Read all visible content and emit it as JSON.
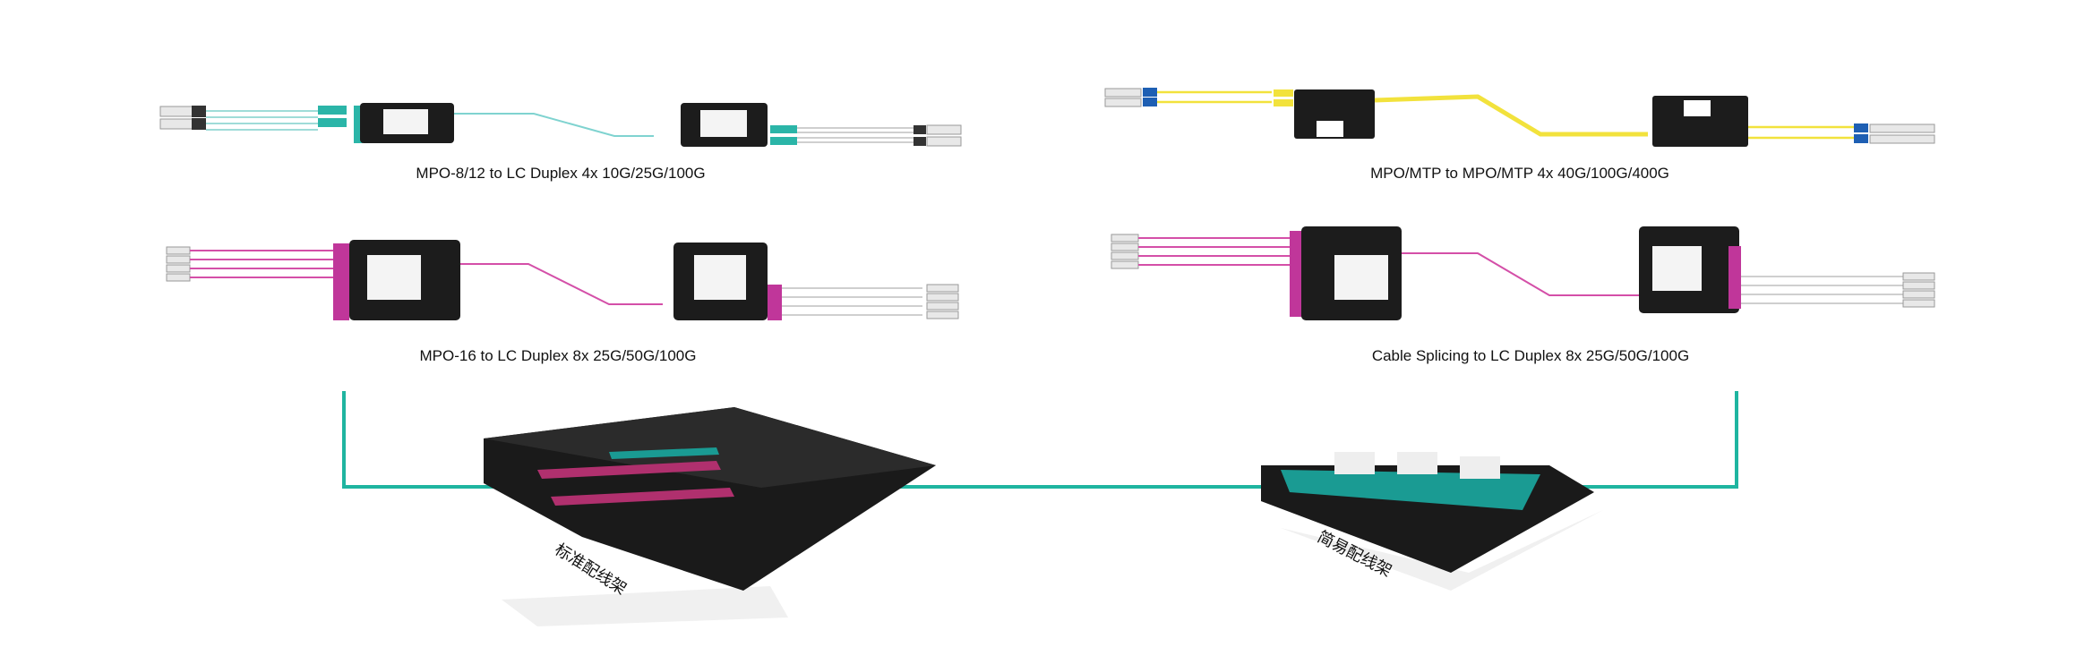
{
  "assemblies": [
    {
      "caption": "MPO-8/12 to LC Duplex 4x 10G/25G/100G",
      "cable_color": "#7fd3d0",
      "port_color": "#2bb5a8"
    },
    {
      "caption": "MPO/MTP to MPO/MTP 4x 40G/100G/400G",
      "cable_color": "#f2e23c",
      "port_color": "#1e5fb3"
    },
    {
      "caption": "MPO-16 to LC Duplex 8x 25G/50G/100G",
      "cable_color": "#d44fa8",
      "port_color": "#c0369a"
    },
    {
      "caption": "Cable Splicing to LC Duplex 8x 25G/50G/100G",
      "cable_color": "#d44fa8",
      "port_color": "#c0369a"
    }
  ],
  "panels": [
    {
      "label": "标准配线架"
    },
    {
      "label": "简易配线架"
    }
  ],
  "colors": {
    "connector_line": "#1fb5a0",
    "panel_body": "#1a1a1a",
    "panel_accent": "#1a9b93"
  }
}
